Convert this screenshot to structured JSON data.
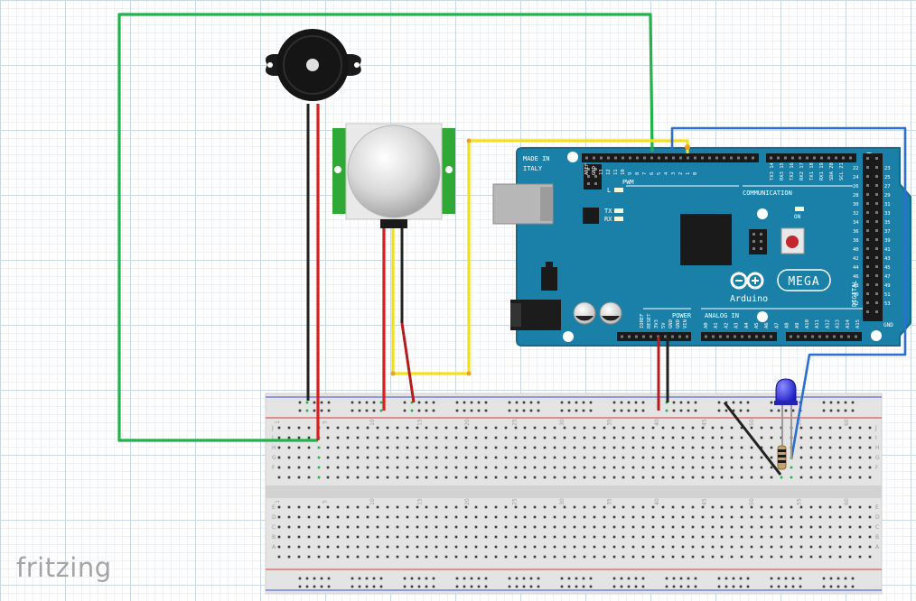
{
  "app": {
    "watermark": "fritzing"
  },
  "arduino": {
    "made_in": "MADE IN",
    "country": "ITALY",
    "pwm": "PWM",
    "communication": "COMMUNICATION",
    "tx": "TX",
    "rx": "RX",
    "on": "ON",
    "l": "L",
    "power": "POWER",
    "analog_in": "ANALOG IN",
    "digital": "DIGITAL",
    "brand": "Arduino",
    "model": "MEGA",
    "top_pins": [
      "AREF",
      "GND",
      "13",
      "12",
      "11",
      "10",
      "9",
      "8",
      "7",
      "6",
      "5",
      "4",
      "3",
      "2",
      "1",
      "0",
      "14",
      "15",
      "16",
      "17",
      "18",
      "19",
      "20",
      "21"
    ],
    "comm_pins": [
      "TX3 14",
      "RX3 15",
      "TX2 16",
      "RX2 17",
      "TX1 18",
      "RX1 19",
      "SDA 20",
      "SCL 21"
    ],
    "power_pins": [
      "IOREF",
      "RESET",
      "3V3",
      "5V",
      "GND",
      "GND",
      "VIN"
    ],
    "analog_pins": [
      "A0",
      "A1",
      "A2",
      "A3",
      "A4",
      "A5",
      "A6",
      "A7",
      "A8",
      "A9",
      "A10",
      "A11",
      "A12",
      "A13",
      "A14",
      "A15"
    ],
    "right_pins": [
      "22",
      "24",
      "26",
      "28",
      "30",
      "32",
      "34",
      "36",
      "38",
      "40",
      "42",
      "44",
      "46",
      "48",
      "50",
      "52"
    ],
    "right_pins_b": [
      "23",
      "25",
      "27",
      "29",
      "31",
      "33",
      "35",
      "37",
      "39",
      "41",
      "43",
      "45",
      "47",
      "49",
      "51",
      "53"
    ],
    "right_gnd": "GND",
    "colors": {
      "board": "#1b80a8",
      "edge": "#15698c"
    }
  },
  "components": [
    "buzzer",
    "pir-motion-sensor",
    "blue-led",
    "resistor",
    "arduino-mega",
    "breadboard"
  ],
  "wire_colors": {
    "green": "#21b24a",
    "red": "#d81f1f",
    "black": "#222222",
    "yellow": "#f2e01b",
    "blue": "#2a6fd1",
    "dark-red": "#b71c1c"
  },
  "breadboard": {
    "column_numbers": [
      "1",
      "5",
      "10",
      "15",
      "20",
      "25",
      "30",
      "35",
      "40",
      "45",
      "50",
      "55",
      "60"
    ],
    "row_letters_top": [
      "J",
      "I",
      "H",
      "G",
      "F"
    ],
    "row_letters_bottom": [
      "E",
      "D",
      "C",
      "B",
      "A"
    ],
    "colors": {
      "body": "#e6e6e6",
      "rail_red": "#d65a5a",
      "rail_blue": "#5a6fd6",
      "hole": "#3b3b3b",
      "hole_active": "#21b24a"
    }
  }
}
